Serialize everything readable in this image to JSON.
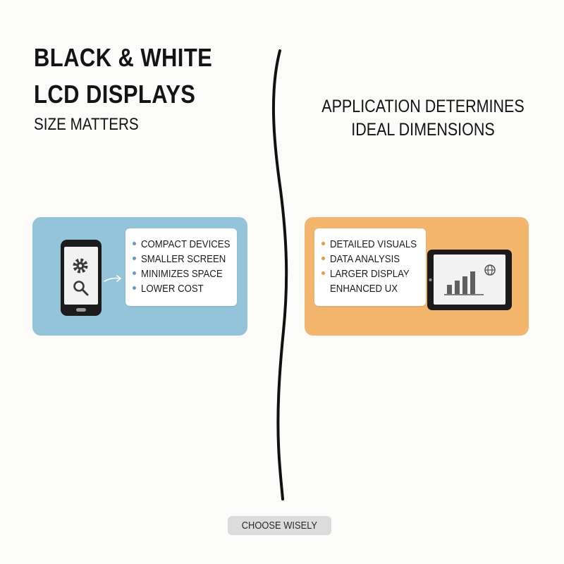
{
  "header": {
    "title_line_1": "BLACK & WHITE",
    "title_line_2": "LCD DISPLAYS",
    "subtitle": "SIZE MATTERS"
  },
  "right_header": {
    "line_1": "APPLICATION DETERMINES",
    "line_2": "IDEAL DIMENSIONS"
  },
  "left_panel": {
    "device": "smartphone-icon",
    "app_icons": [
      "gear-icon",
      "magnifier-icon"
    ],
    "items": [
      "COMPACT DEVICES",
      "SMALLER SCREEN",
      "MINIMIZES SPACE",
      "LOWER COST"
    ]
  },
  "right_panel": {
    "device": "tablet-icon",
    "screen_icons": [
      "bar-chart-icon",
      "globe-icon"
    ],
    "items": [
      "DETAILED VISUALS",
      "DATA ANALYSIS",
      "LARGER DISPLAY",
      "ENHANCED UX"
    ]
  },
  "footer": {
    "button_label": "CHOOSE WISELY"
  },
  "colors": {
    "left_panel_bg": "#93c4da",
    "right_panel_bg": "#f4b56c",
    "left_bullet": "#5b9fc2",
    "right_bullet": "#e89a3e",
    "divider": "#111111"
  }
}
